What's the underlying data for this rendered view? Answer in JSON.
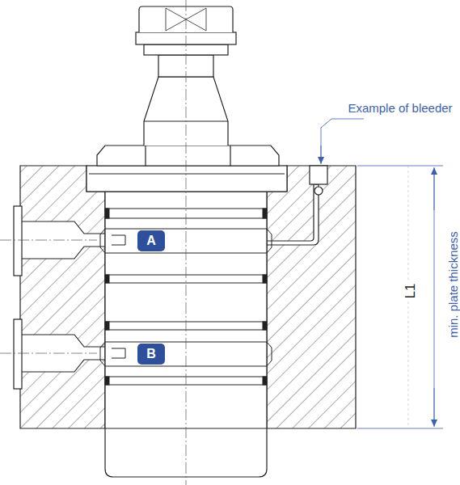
{
  "diagram": {
    "nodes": [
      {
        "text": [
          "A"
        ]
      },
      {
        "text": [
          "B"
        ]
      }
    ],
    "labels": [
      "Example of bleeder",
      "L1",
      "min. plate thickness"
    ]
  }
}
